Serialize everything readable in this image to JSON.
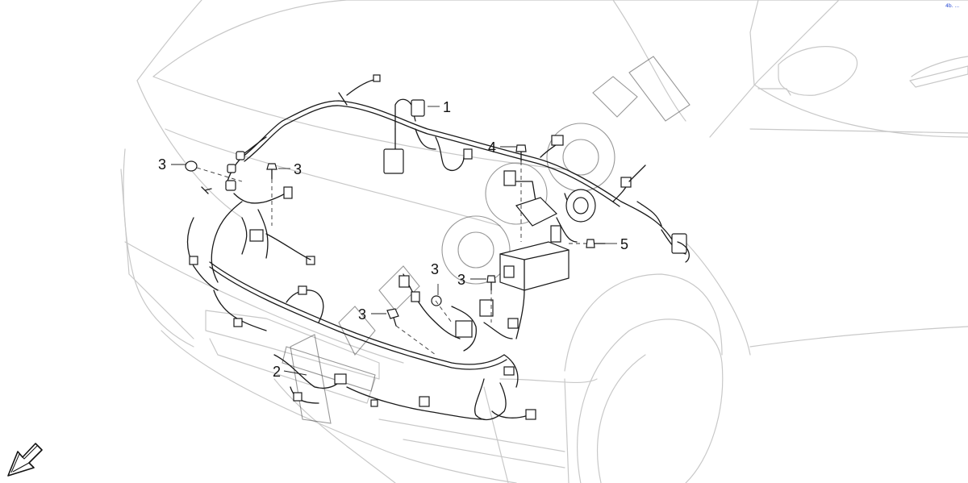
{
  "diagram": {
    "callouts": {
      "c1": "1",
      "c2": "2",
      "c3a": "3",
      "c3b": "3",
      "c3c": "3",
      "c3d": "3",
      "c3e": "3",
      "c4": "4",
      "c5": "5"
    },
    "corner_mark": "4b. ..."
  },
  "colors": {
    "background": "#ffffff",
    "line": "#1a1a1a",
    "body_outline": "#c8c8c8",
    "corner_mark": "#1a3fd0"
  },
  "icons": {
    "orientation": "front-direction-arrow-icon"
  }
}
